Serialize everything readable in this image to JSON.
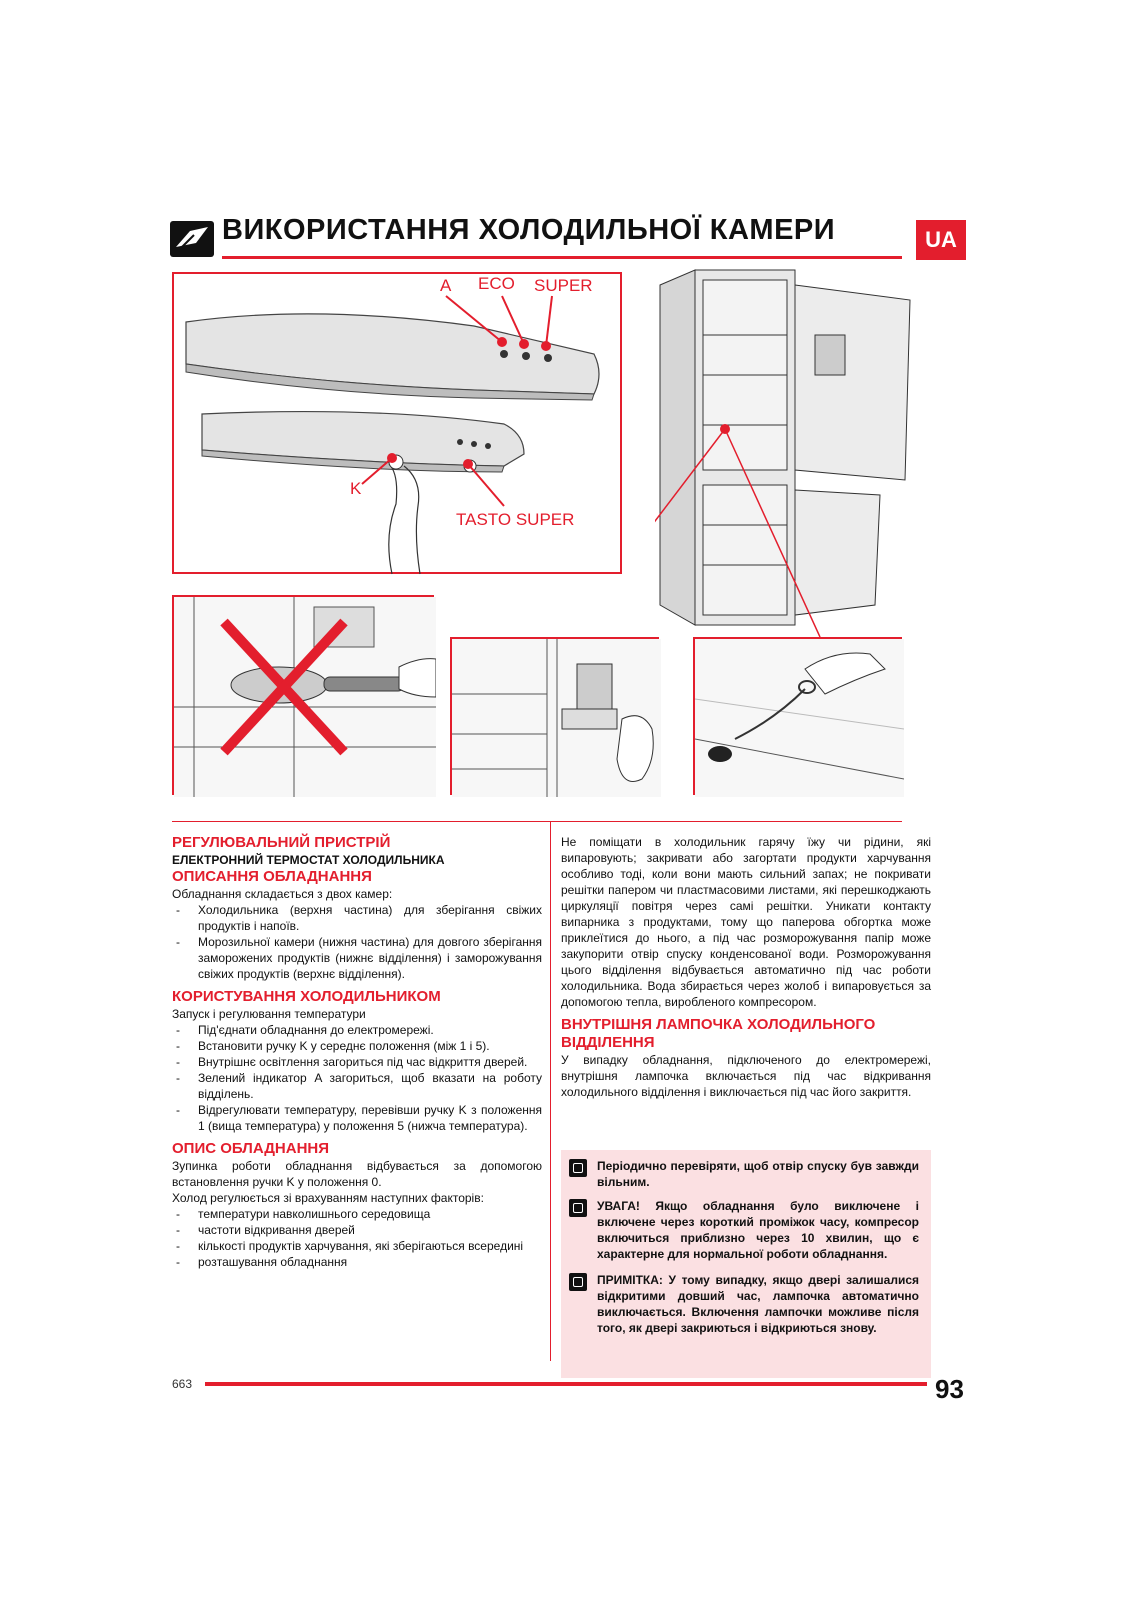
{
  "header": {
    "title": "ВИКОРИСТАННЯ ХОЛОДИЛЬНОЇ КАМЕРИ",
    "lang_badge": "UA"
  },
  "figure_labels": {
    "a": "A",
    "eco": "ECO",
    "super": "SUPER",
    "k": "K",
    "tasto_super": "TASTO SUPER"
  },
  "left": {
    "h1": "РЕГУЛЮВАЛЬНИЙ ПРИСТРІЙ",
    "h1_sub": "ЕЛЕКТРОННИЙ ТЕРМОСТАТ ХОЛОДИЛЬНИКА",
    "h2": "ОПИСАННЯ ОБЛАДНАННЯ",
    "p1": "Обладнання складається з двох камер:",
    "list1": [
      "Холодильника (верхня частина) для зберігання свіжих продуктів і напоїв.",
      "Морозильної камери (нижня частина) для довгого зберігання заморожених продуктів (нижнє відділення) і заморожування свіжих продуктів (верхнє відділення)."
    ],
    "h3": "КОРИСТУВАННЯ ХОЛОДИЛЬНИКОМ",
    "p2": "Запуск і регулювання температури",
    "list2": [
      "Під'єднати обладнання до електромережі.",
      "Встановити ручку K у середнє положення (між 1 і 5).",
      "Внутрішнє освітлення загориться під час відкриття дверей.",
      "Зелений індикатор A загориться, щоб вказати на роботу відділень.",
      "Відрегулювати температуру, перевівши ручку K з положення 1 (вища температура) у положення 5 (нижча температура)."
    ],
    "h4": "ОПИС ОБЛАДНАННЯ",
    "p3": "Зупинка роботи обладнання відбувається за допомогою встановлення ручки K у положення 0.",
    "p4": "Холод регулюється зі врахуванням наступних факторів:",
    "list3": [
      "температури навколишнього середовища",
      "частоти відкривання дверей",
      "кількості продуктів харчування, які зберігаються всередині",
      "розташування обладнання"
    ]
  },
  "right": {
    "p1": "Не поміщати в холодильник гарячу їжу чи рідини, які випаровують; закривати або загортати продукти харчування особливо тоді, коли вони мають сильний запах; не покривати решітки папером чи пластмасовими листами, які перешкоджають циркуляції повітря через самі решітки. Уникати контакту випарника з продуктами, тому що паперова обгортка може приклеїтися до нього, а під час розморожування папір може закупорити отвір спуску конденсованої води. Розморожування цього відділення відбувається автоматично під час роботи холодильника. Вода збирається через жолоб і випаровується за допомогою тепла, виробленого компресором.",
    "h1": "ВНУТРІШНЯ ЛАМПОЧКА ХОЛОДИЛЬНОГО ВІДДІЛЕННЯ",
    "p2": "У випадку обладнання, підключеного до електромережі, внутрішня лампочка включається під час відкривання холодильного відділення і виключається під час його закриття.",
    "notes": [
      "Періодично перевіряти, щоб отвір спуску був завжди вільним.",
      "УВАГА! Якщо обладнання було виключене і включене через короткий проміжок часу, компресор включиться приблизно через 10 хвилин, що є характерне для нормальної роботи обладнання.",
      "ПРИМІТКА: У тому випадку, якщо двері залишалися відкритими довший час, лампочка автоматично виключається. Включення лампочки можливе після того, як двері закриються і відкриються знову."
    ]
  },
  "footer": {
    "doc_code": "663",
    "page_number": "93"
  },
  "colors": {
    "accent": "#e31e2d",
    "note_bg": "#fbe0e2"
  }
}
